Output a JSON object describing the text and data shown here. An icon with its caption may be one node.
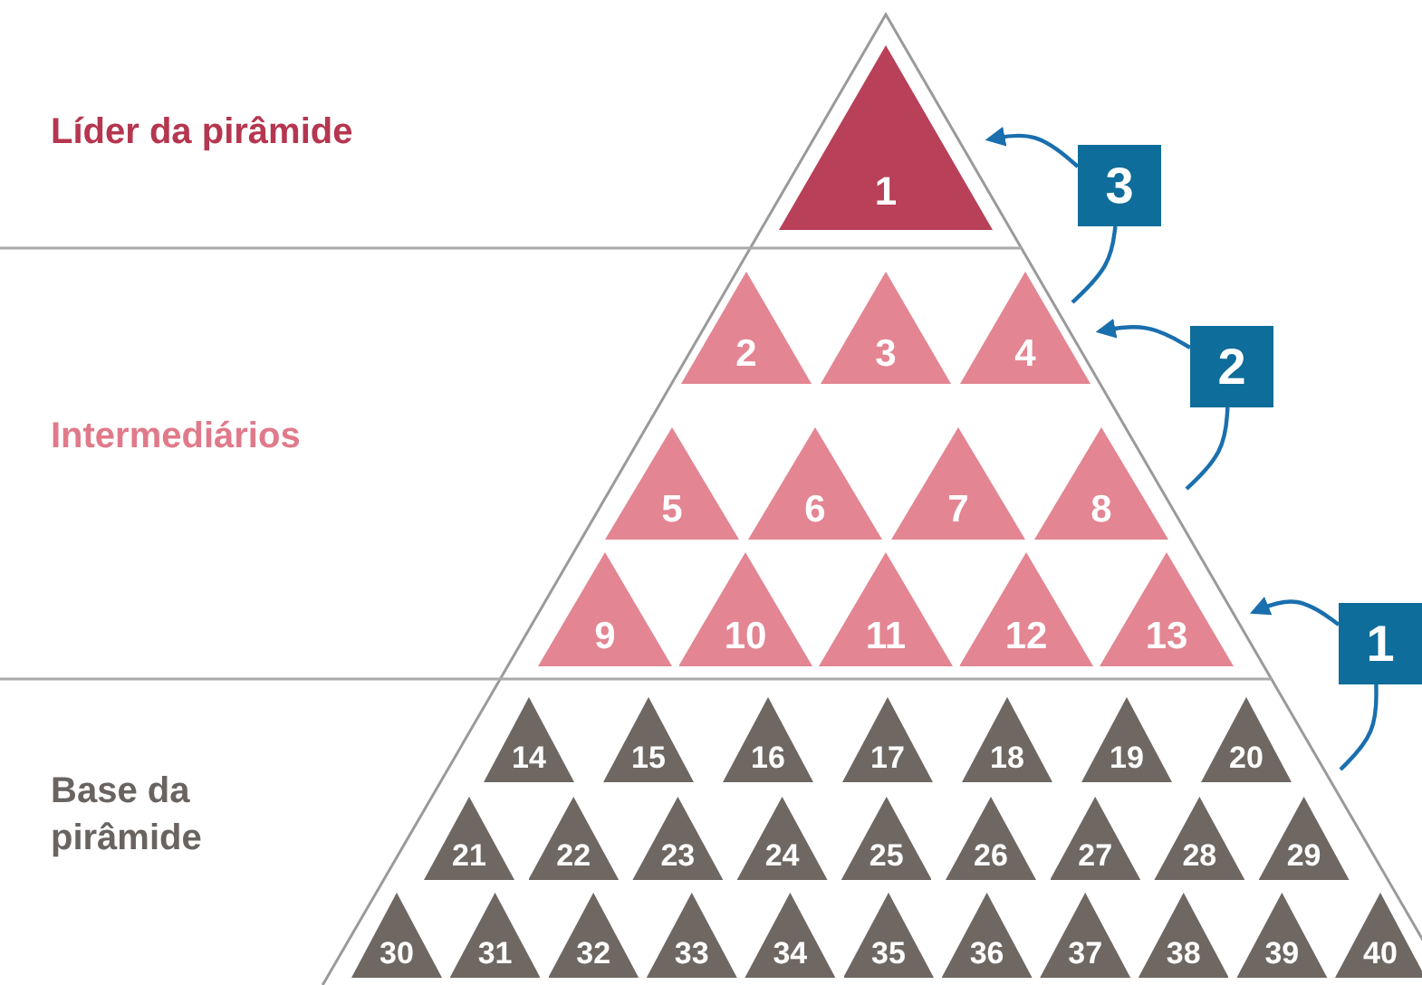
{
  "diagram": {
    "nodes": [
      {
        "text": [
          "1"
        ]
      },
      {
        "text": [
          "2"
        ]
      },
      {
        "text": [
          "3"
        ]
      },
      {
        "text": [
          "4"
        ]
      },
      {
        "text": [
          "5"
        ]
      },
      {
        "text": [
          "6"
        ]
      },
      {
        "text": [
          "7"
        ]
      },
      {
        "text": [
          "8"
        ]
      },
      {
        "text": [
          "9"
        ]
      },
      {
        "text": [
          "10"
        ]
      },
      {
        "text": [
          "11"
        ]
      },
      {
        "text": [
          "12"
        ]
      },
      {
        "text": [
          "13"
        ]
      },
      {
        "text": [
          "14"
        ]
      },
      {
        "text": [
          "15"
        ]
      },
      {
        "text": [
          "16"
        ]
      },
      {
        "text": [
          "17"
        ]
      },
      {
        "text": [
          "18"
        ]
      },
      {
        "text": [
          "19"
        ]
      },
      {
        "text": [
          "20"
        ]
      },
      {
        "text": [
          "21"
        ]
      },
      {
        "text": [
          "22"
        ]
      },
      {
        "text": [
          "23"
        ]
      },
      {
        "text": [
          "24"
        ]
      },
      {
        "text": [
          "25"
        ]
      },
      {
        "text": [
          "26"
        ]
      },
      {
        "text": [
          "27"
        ]
      },
      {
        "text": [
          "28"
        ]
      },
      {
        "text": [
          "29"
        ]
      },
      {
        "text": [
          "30"
        ]
      },
      {
        "text": [
          "31"
        ]
      },
      {
        "text": [
          "32"
        ]
      },
      {
        "text": [
          "33"
        ]
      },
      {
        "text": [
          "34"
        ]
      },
      {
        "text": [
          "35"
        ]
      },
      {
        "text": [
          "36"
        ]
      },
      {
        "text": [
          "37"
        ]
      },
      {
        "text": [
          "38"
        ]
      },
      {
        "text": [
          "39"
        ]
      },
      {
        "text": [
          "40"
        ]
      },
      {
        "text": [
          "3"
        ]
      },
      {
        "text": [
          "2"
        ]
      },
      {
        "text": [
          "1"
        ]
      }
    ],
    "edges": [
      {
        "from": 3,
        "to": 40,
        "arrow": "none"
      },
      {
        "from": 40,
        "to": 0,
        "arrow": "to"
      },
      {
        "from": 7,
        "to": 41,
        "arrow": "none"
      },
      {
        "from": 41,
        "to": 3,
        "arrow": "to"
      },
      {
        "from": null,
        "to": 42,
        "arrow": "none"
      },
      {
        "from": 42,
        "to": 12,
        "arrow": "to"
      }
    ],
    "labels": [
      "Líder da pirâmide",
      "Intermediários",
      "Base da pirâmide"
    ]
  }
}
